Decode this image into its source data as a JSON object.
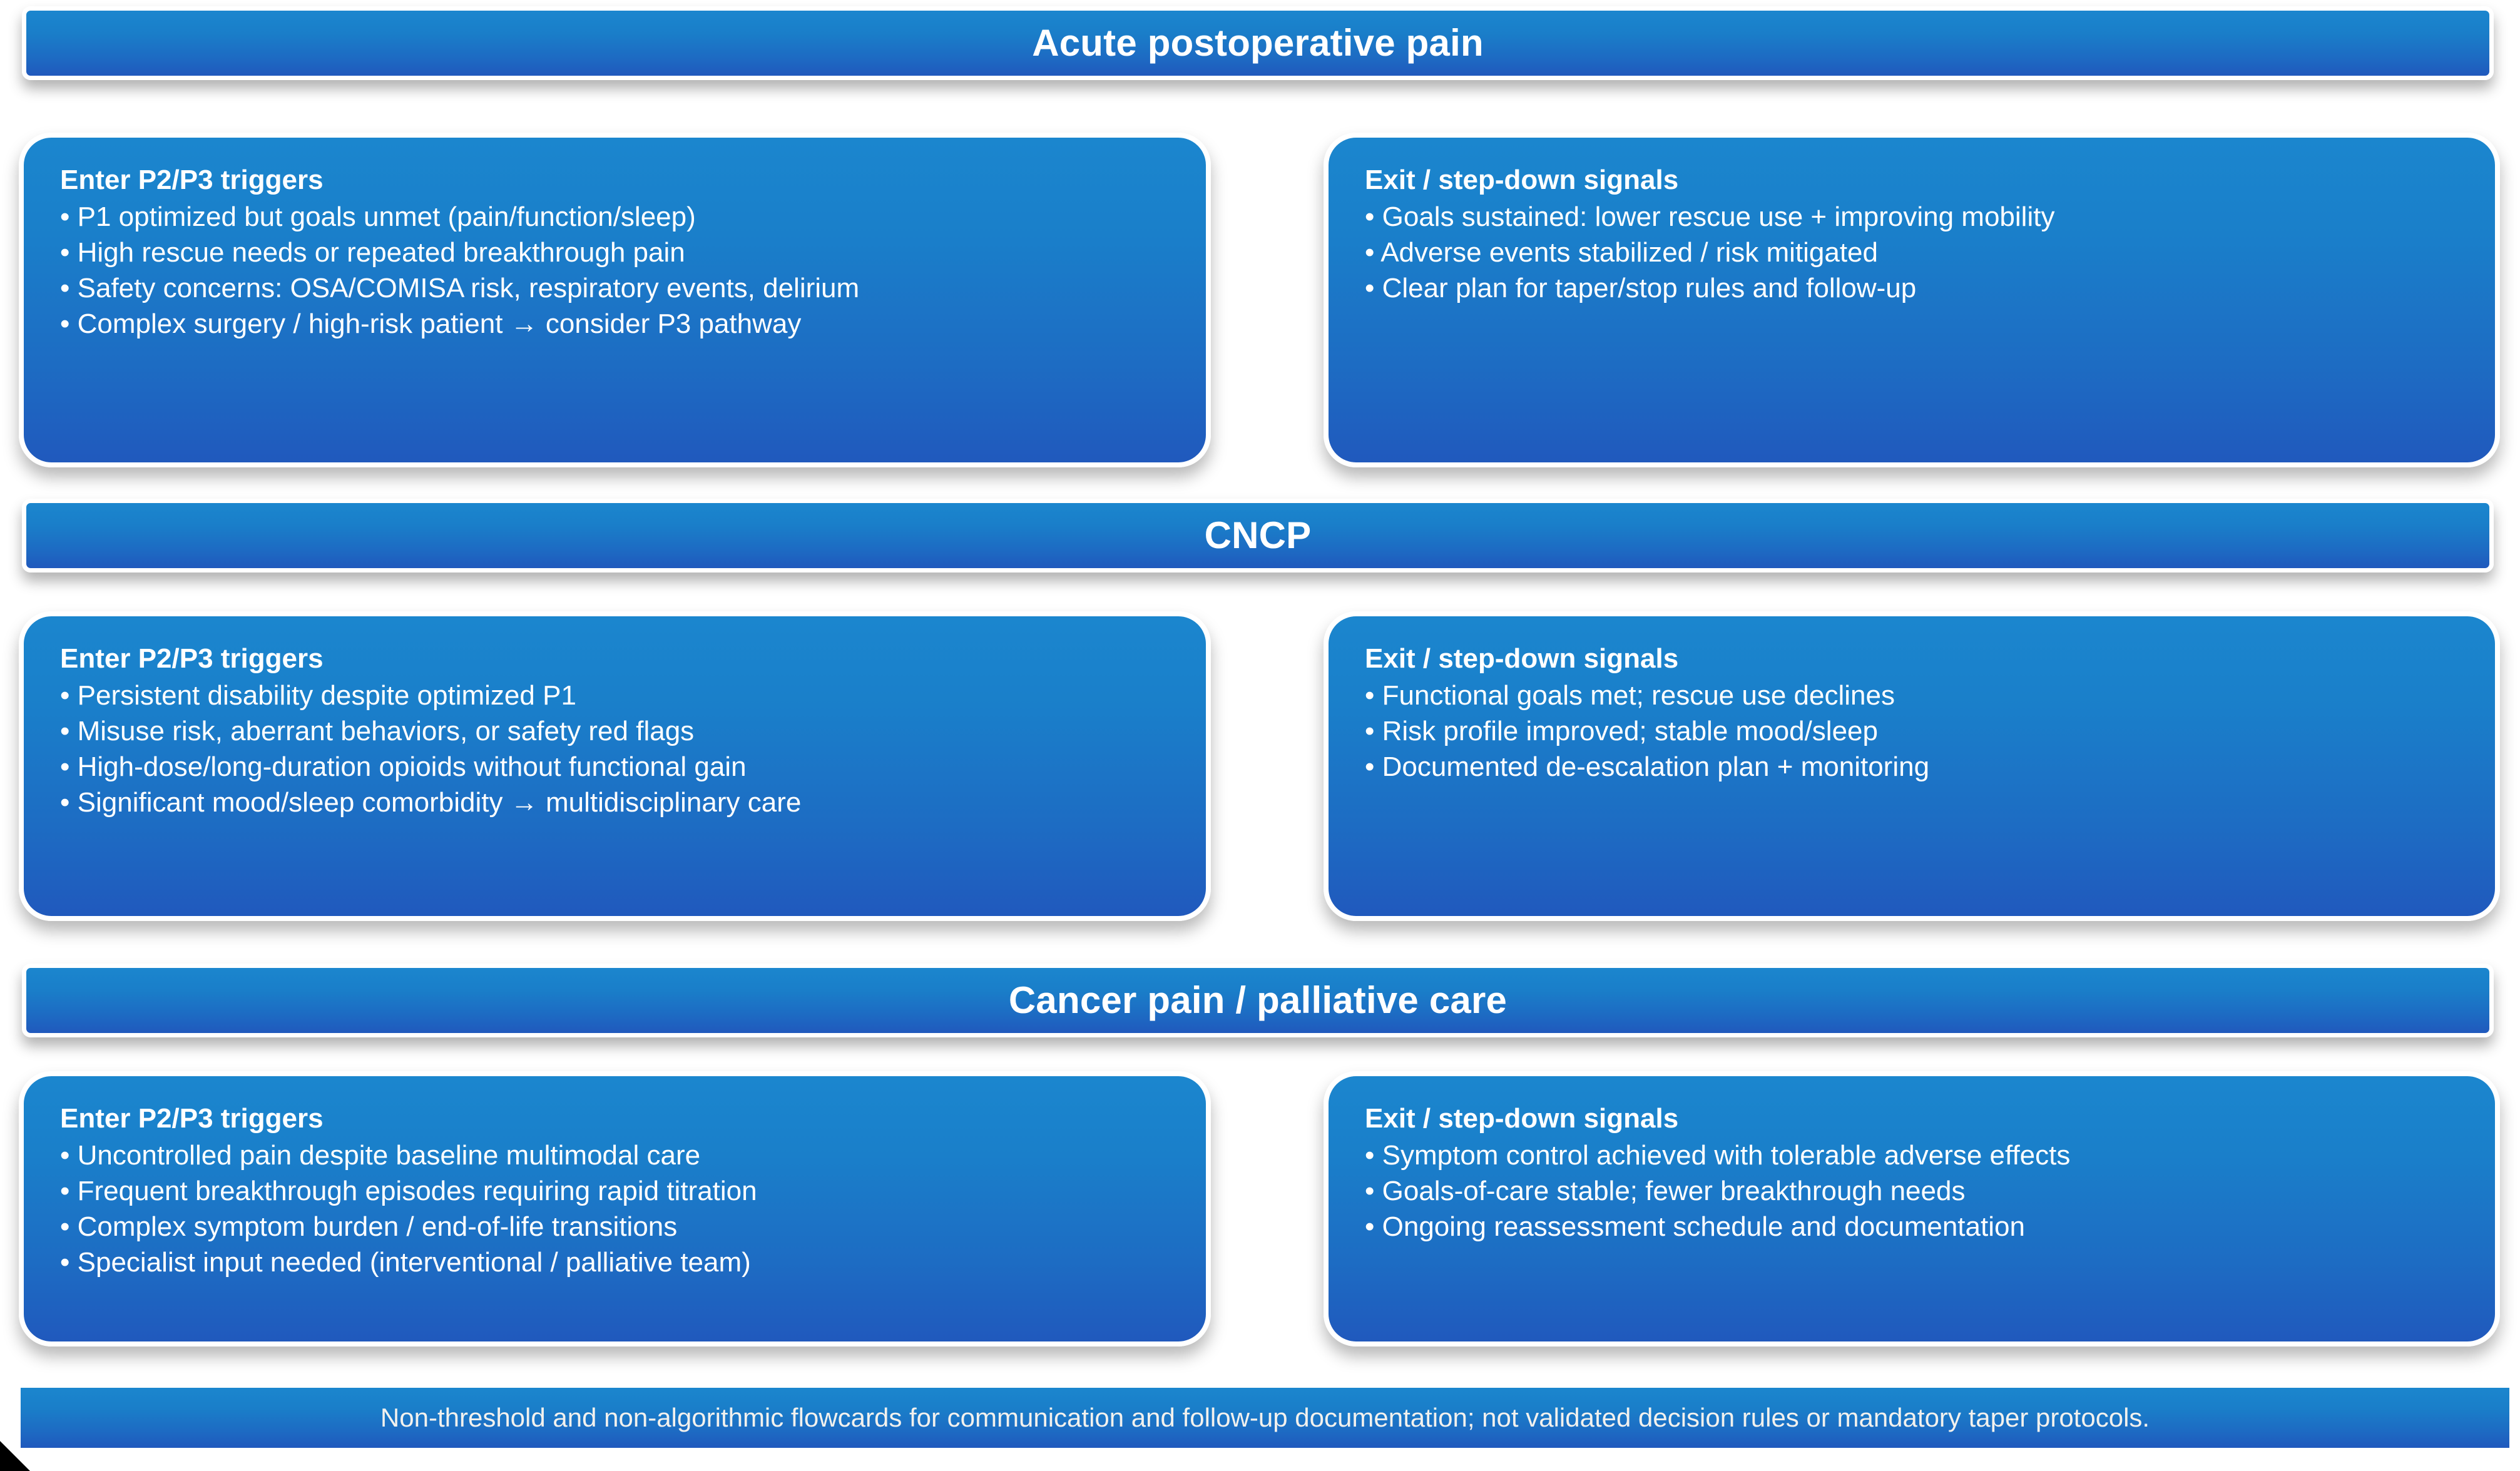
{
  "sections": [
    {
      "title": "Acute postoperative pain",
      "left": {
        "heading": "Enter P2/P3 triggers",
        "items": [
          "• P1 optimized but goals unmet (pain/function/sleep)",
          "• High rescue needs or repeated breakthrough pain",
          "• Safety concerns: OSA/COMISA risk, respiratory events, delirium",
          "• Complex surgery / high-risk patient → consider P3 pathway"
        ]
      },
      "right": {
        "heading": "Exit / step-down signals",
        "items": [
          "• Goals sustained: lower rescue use + improving mobility",
          "• Adverse events stabilized / risk mitigated",
          "• Clear plan for taper/stop rules and follow-up"
        ]
      }
    },
    {
      "title": "CNCP",
      "left": {
        "heading": "Enter P2/P3 triggers",
        "items": [
          "• Persistent disability despite optimized P1",
          "• Misuse risk, aberrant behaviors, or safety red flags",
          "• High-dose/long-duration opioids without functional gain",
          "• Significant mood/sleep comorbidity → multidisciplinary care"
        ]
      },
      "right": {
        "heading": "Exit / step-down signals",
        "items": [
          "• Functional goals met; rescue use declines",
          "• Risk profile improved; stable mood/sleep",
          "• Documented de-escalation plan + monitoring"
        ]
      }
    },
    {
      "title": "Cancer pain / palliative care",
      "left": {
        "heading": "Enter P2/P3 triggers",
        "items": [
          "• Uncontrolled pain despite baseline multimodal care",
          "• Frequent breakthrough episodes requiring rapid titration",
          "• Complex symptom burden / end-of-life transitions",
          "• Specialist input needed (interventional / palliative team)"
        ]
      },
      "right": {
        "heading": "Exit / step-down signals",
        "items": [
          "• Symptom control achieved with tolerable adverse effects",
          "• Goals-of-care stable; fewer breakthrough needs",
          "• Ongoing reassessment schedule and documentation"
        ]
      }
    }
  ],
  "footer": {
    "note": "Non-threshold and non-algorithmic flowcards for communication and follow-up documentation; not validated decision rules or mandatory taper protocols."
  },
  "colors": {
    "gradient_top": "#1b86ce",
    "gradient_bottom": "#2059bd",
    "card_border": "#ffffff",
    "text": "#ffffff",
    "footer_text": "#f2f1ee",
    "page_background": "#ffffff"
  }
}
